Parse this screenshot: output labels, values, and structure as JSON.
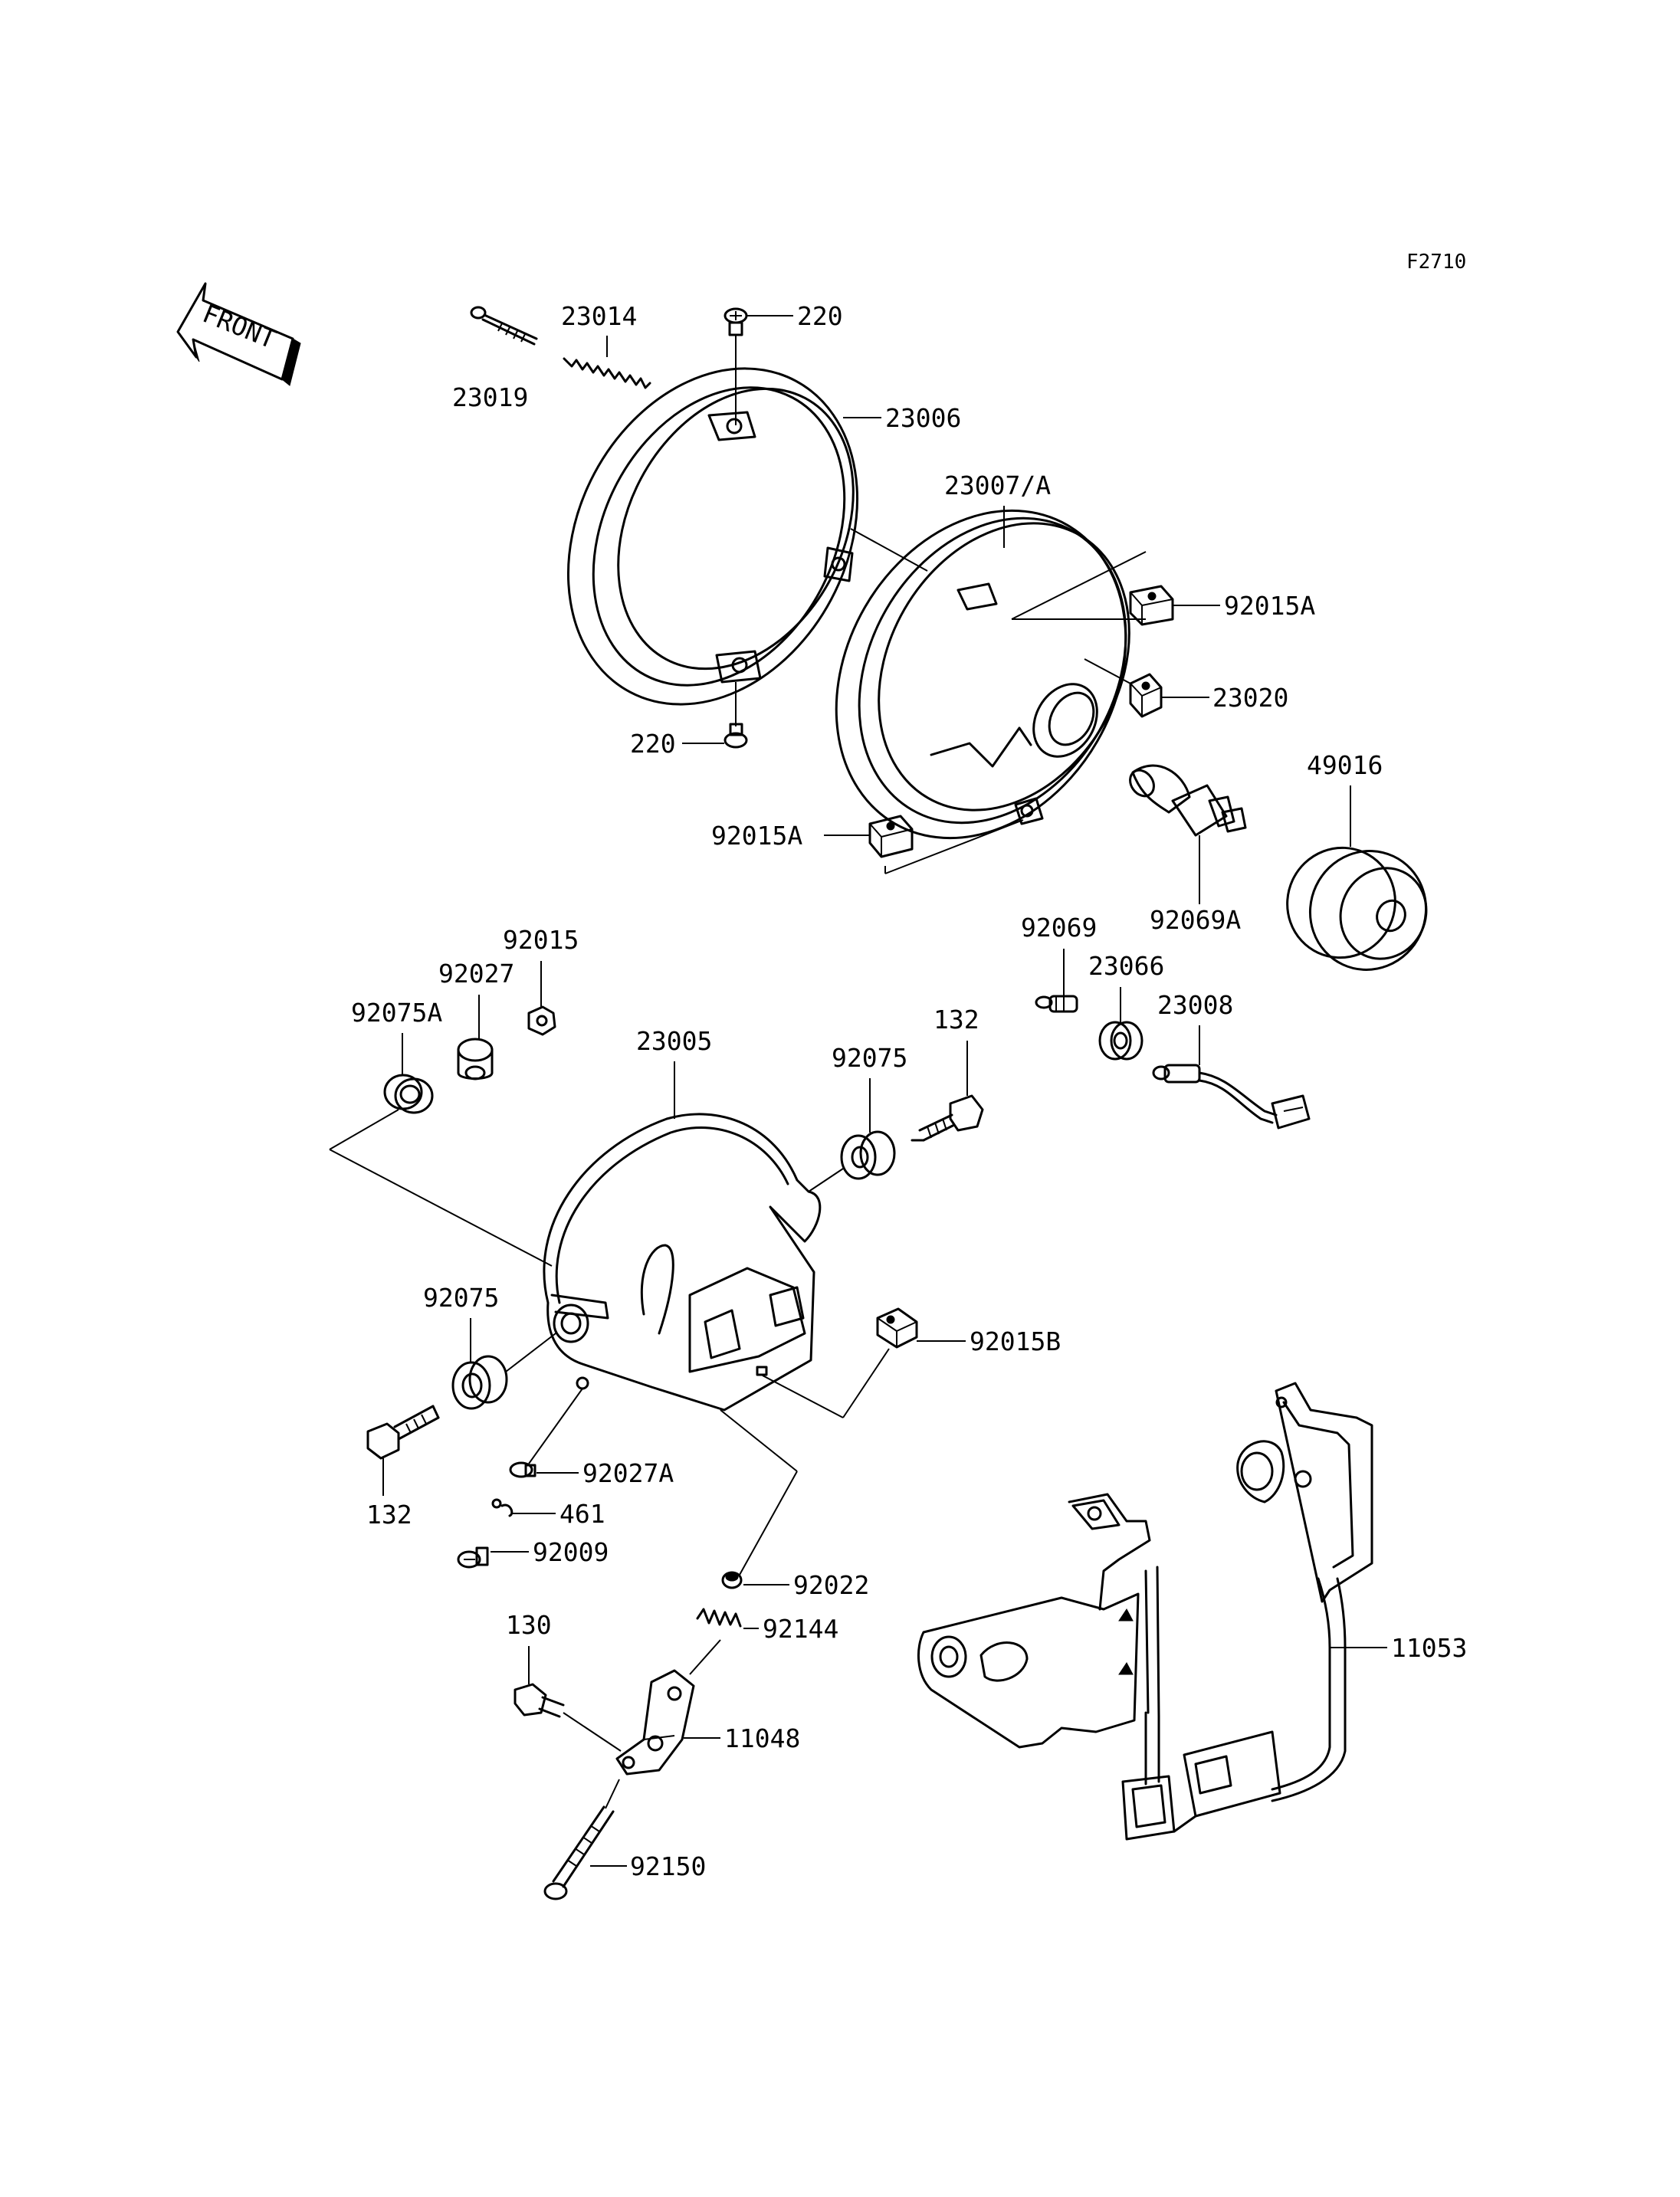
{
  "figure_code": "F2710",
  "front_label": "FRONT",
  "labels": {
    "p23019": "23019",
    "p23014": "23014",
    "p220_top": "220",
    "p23006": "23006",
    "p23007": "23007/A",
    "p92015A_top": "92015A",
    "p23020": "23020",
    "p220_bottom": "220",
    "p92015A_bottom": "92015A",
    "p49016": "49016",
    "p92069A": "92069A",
    "p92069": "92069",
    "p23066": "23066",
    "p23008": "23008",
    "p92015": "92015",
    "p92027": "92027",
    "p92075A": "92075A",
    "p23005": "23005",
    "p92075_right": "92075",
    "p132_right": "132",
    "p92075_left": "92075",
    "p92015B": "92015B",
    "p132_left": "132",
    "p92027A": "92027A",
    "p461": "461",
    "p92009": "92009",
    "p92022": "92022",
    "p130": "130",
    "p92144": "92144",
    "p11048": "11048",
    "p92150": "92150",
    "p11053": "11053"
  }
}
